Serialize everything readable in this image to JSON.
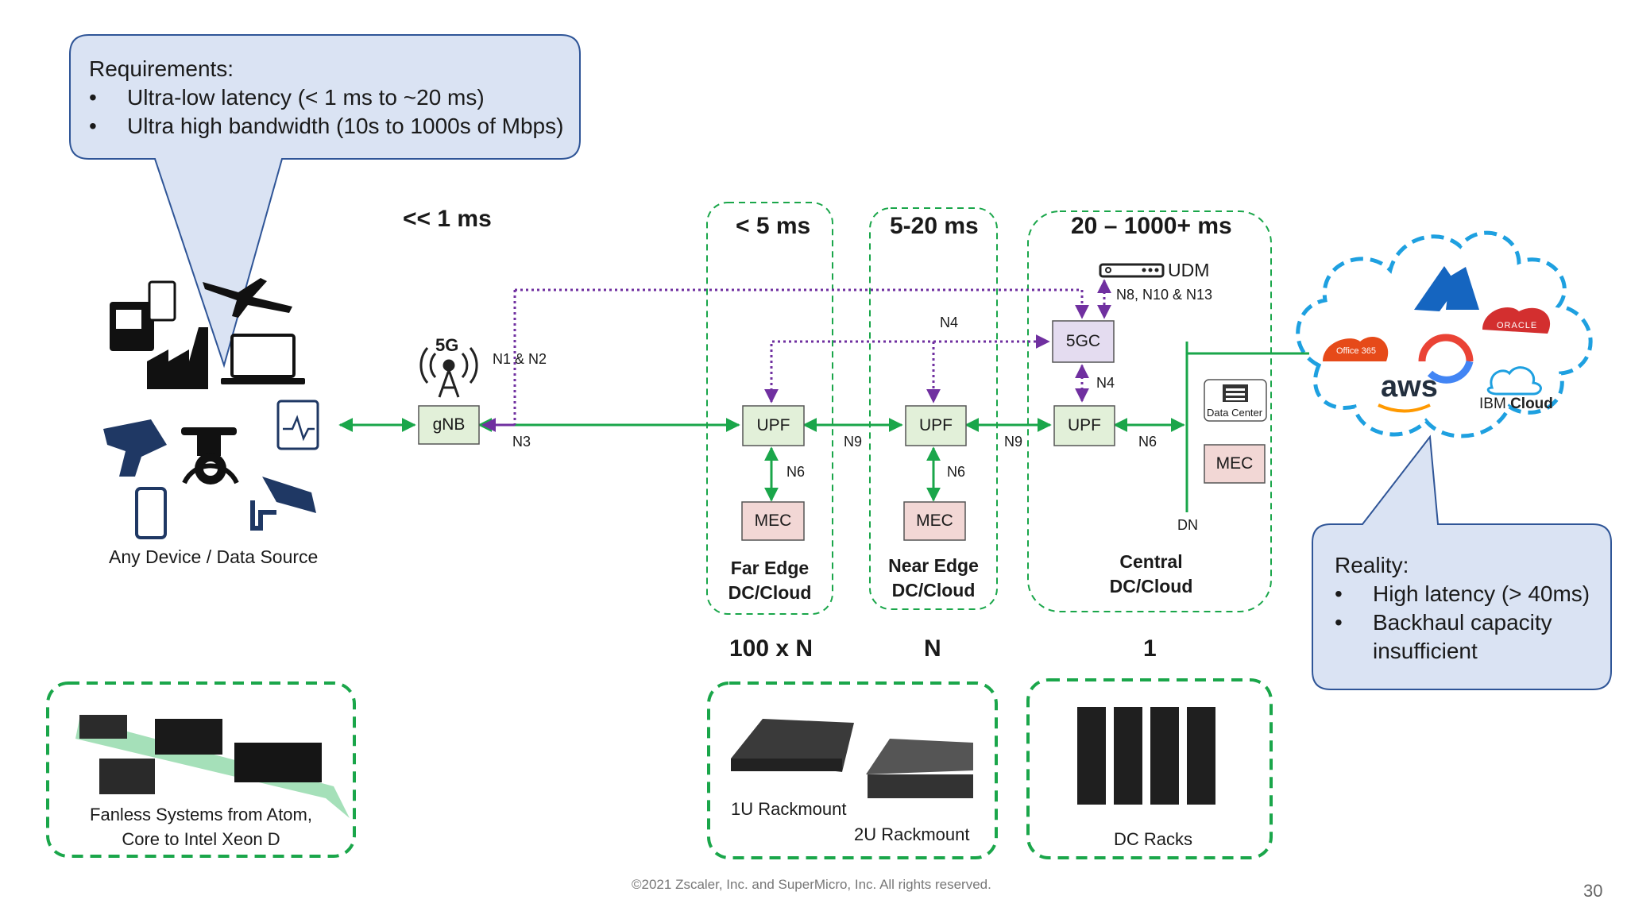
{
  "callout_requirements": {
    "title": "Requirements:",
    "items": [
      "Ultra-low latency (< 1 ms to ~20 ms)",
      "Ultra high bandwidth (10s to 1000s of Mbps)"
    ]
  },
  "callout_reality": {
    "title": "Reality:",
    "items": [
      "High latency (> 40ms)",
      "Backhaul capacity",
      "insufficient"
    ]
  },
  "latency": {
    "device": "<< 1 ms",
    "far_edge": "< 5 ms",
    "near_edge": "5-20 ms",
    "central": "20 – 1000+ ms"
  },
  "labels": {
    "device": "Any Device / Data Source",
    "gnb": "gNB",
    "fiveg": "5G",
    "upf": "UPF",
    "mec": "MEC",
    "core": "5GC",
    "udm": "UDM",
    "n1n2": "N1 & N2",
    "n3": "N3",
    "n4": "N4",
    "n6": "N6",
    "n9": "N9",
    "n8n10n13": "N8, N10 & N13",
    "dn": "DN",
    "datacenter": "Data Center"
  },
  "zones": {
    "far_edge": [
      "Far Edge",
      "DC/Cloud"
    ],
    "near_edge": [
      "Near Edge",
      "DC/Cloud"
    ],
    "central": [
      "Central",
      "DC/Cloud"
    ]
  },
  "scale": {
    "far": "100 x N",
    "near": "N",
    "central": "1"
  },
  "hardware": {
    "fanless": [
      "Fanless Systems from Atom,",
      "Core to Intel Xeon D"
    ],
    "rack1u": "1U Rackmount",
    "rack2u": "2U Rackmount",
    "racks": "DC Racks"
  },
  "cloud": {
    "office": "Office 365",
    "oracle": "ORACLE",
    "aws": "aws",
    "ibm_a": "IBM",
    "ibm_b": "Cloud"
  },
  "footer": {
    "copyright": "©2021 Zscaler, Inc. and SuperMicro, Inc. All rights reserved.",
    "page": "30"
  },
  "colors": {
    "green": "#1aa64a",
    "purple": "#7030a0",
    "callout_fill": "#dae3f3",
    "callout_stroke": "#2f5597",
    "box_green": "#e2f0d9",
    "box_purple": "#e4dcf0",
    "box_pink": "#f2d7d5",
    "dash_green": "#1aa64a",
    "cloud_blue": "#1ea0e0"
  }
}
